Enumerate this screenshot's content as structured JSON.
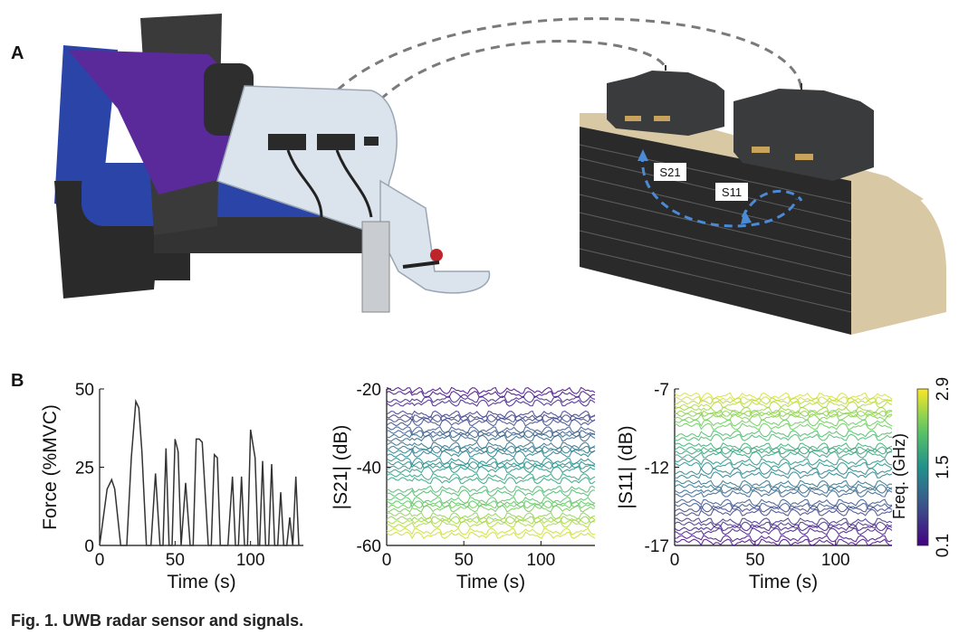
{
  "panel_labels": {
    "a": "A",
    "b": "B"
  },
  "illustration": {
    "s21_label": "S21",
    "s11_label": "S11"
  },
  "caption": "Fig. 1. UWB radar sensor and signals.",
  "colors": {
    "chair_blue": "#2b44a8",
    "chair_purple": "#5a2a9a",
    "leg": "#dbe3ec",
    "tissue_tan": "#d8c8a4",
    "radar_dark": "#3a3b3d",
    "wave_blue": "#4a8ad6"
  },
  "chart_data": [
    {
      "type": "line",
      "title": "",
      "xlabel": "Time (s)",
      "ylabel": "Force (%MVC)",
      "xlim": [
        0,
        135
      ],
      "ylim": [
        0,
        50
      ],
      "xticks": [
        0,
        50,
        100
      ],
      "yticks": [
        0,
        25,
        50
      ],
      "series": [
        {
          "x": [
            0,
            5,
            8,
            10,
            14,
            18,
            21,
            24,
            26,
            28,
            31,
            34,
            37,
            40,
            42,
            44,
            46,
            48,
            50,
            52,
            54,
            57,
            60,
            62,
            64,
            66,
            68,
            72,
            74,
            76,
            78,
            80,
            82,
            85,
            88,
            90,
            92,
            94,
            96,
            98,
            100,
            103,
            105,
            106,
            108,
            110,
            112,
            114,
            116,
            118,
            120,
            122,
            124,
            126,
            128,
            130,
            132
          ],
          "y": [
            0,
            18,
            21,
            18,
            0,
            0,
            28,
            46,
            44,
            30,
            0,
            0,
            23,
            0,
            0,
            31,
            0,
            0,
            34,
            30,
            0,
            20,
            0,
            0,
            34,
            34,
            33,
            0,
            0,
            29,
            28,
            0,
            0,
            0,
            22,
            0,
            0,
            22,
            0,
            0,
            37,
            28,
            0,
            0,
            27,
            0,
            0,
            26,
            0,
            0,
            17,
            0,
            0,
            9,
            0,
            22,
            0
          ]
        }
      ]
    },
    {
      "type": "line",
      "title": "",
      "xlabel": "Time (s)",
      "ylabel": "|S21| (dB)",
      "xlim": [
        0,
        135
      ],
      "ylim": [
        -60,
        -20
      ],
      "xticks": [
        0,
        50,
        100
      ],
      "yticks": [
        -20,
        -40,
        -60
      ],
      "colorbar": {
        "label": "Freq. (GHz)",
        "range": [
          0.1,
          2.9
        ]
      },
      "series_bands_db": [
        -21,
        -24,
        -27,
        -29,
        -31,
        -33,
        -35,
        -37,
        -39,
        -41,
        -43,
        -47,
        -49,
        -51,
        -53,
        -55,
        -57
      ]
    },
    {
      "type": "line",
      "title": "",
      "xlabel": "Time (s)",
      "ylabel": "|S11| (dB)",
      "xlim": [
        0,
        135
      ],
      "ylim": [
        -17,
        -7
      ],
      "xticks": [
        0,
        50,
        100
      ],
      "yticks": [
        -7,
        -12,
        -17
      ],
      "colorbar": {
        "label": "Freq. (GHz)",
        "ticks": [
          "0.1",
          "1.5",
          "2.9"
        ],
        "range": [
          0.1,
          2.9
        ]
      },
      "series_bands_db": [
        -7.6,
        -8.1,
        -8.5,
        -8.9,
        -9.3,
        -10.2,
        -10.8,
        -11.3,
        -11.8,
        -12.6,
        -13.2,
        -13.8,
        -14.4,
        -15.0,
        -15.6,
        -16.2,
        -16.7
      ]
    }
  ]
}
